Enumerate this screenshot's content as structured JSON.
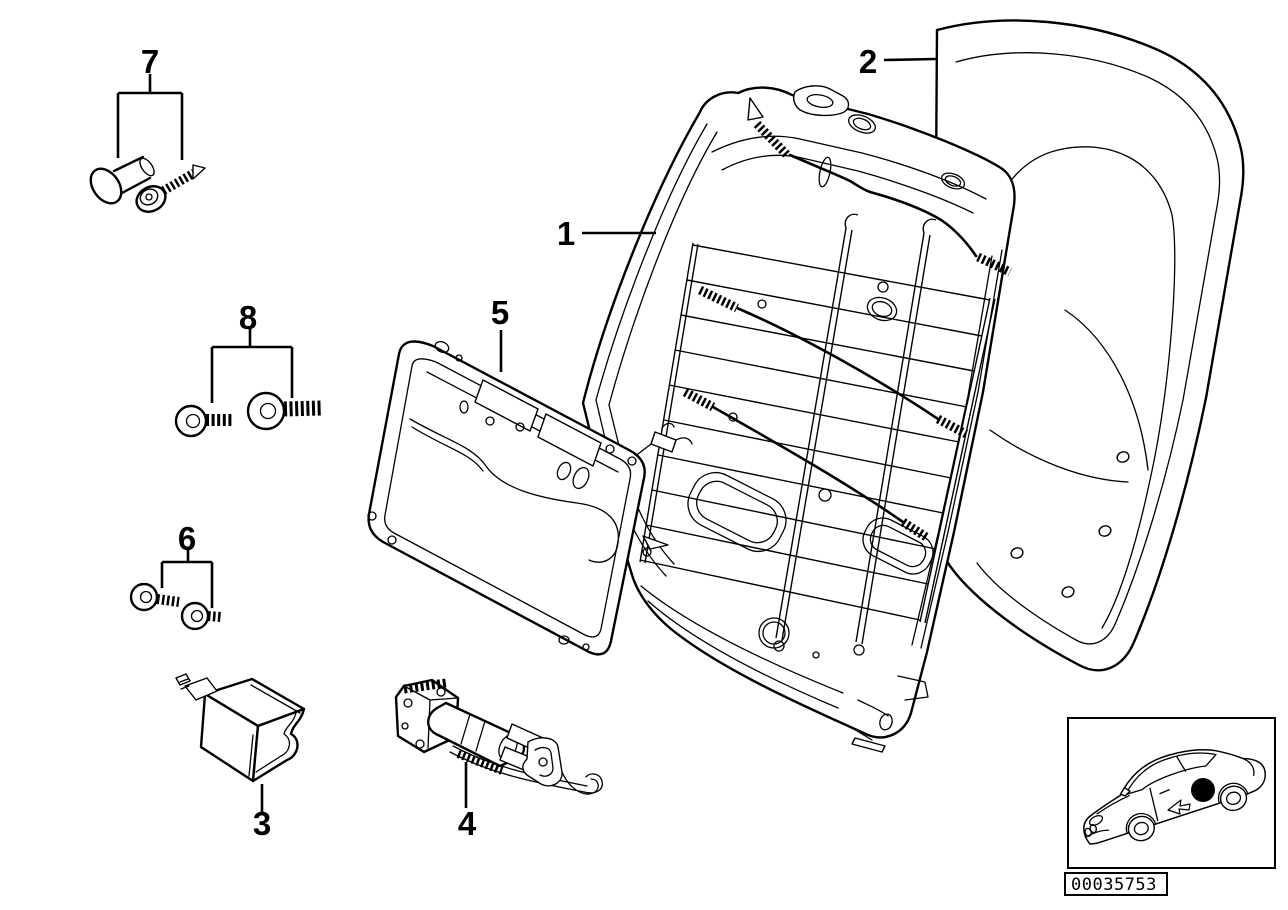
{
  "diagram": {
    "background": "#ffffff",
    "line_color": "#000000",
    "callouts": [
      {
        "label": "1"
      },
      {
        "label": "2"
      },
      {
        "label": "3"
      },
      {
        "label": "4"
      },
      {
        "label": "5"
      },
      {
        "label": "6"
      },
      {
        "label": "7"
      },
      {
        "label": "8"
      }
    ],
    "part_number": "00035753",
    "car_inset": {
      "marker_color": "#000000"
    }
  }
}
